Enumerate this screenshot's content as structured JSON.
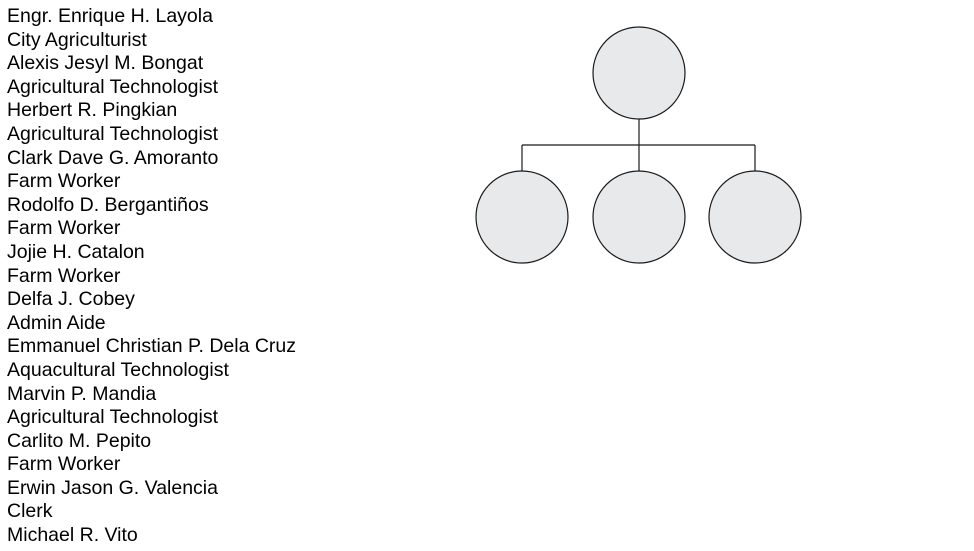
{
  "staff_lines": [
    "Engr. Enrique H. Layola",
    "City Agriculturist",
    "Alexis Jesyl M. Bongat",
    "Agricultural Technologist",
    "Herbert R. Pingkian",
    "Agricultural Technologist",
    "Clark Dave G. Amoranto",
    "Farm Worker",
    "Rodolfo D. Bergantiños",
    "Farm Worker",
    "Jojie H. Catalon",
    "Farm Worker",
    "Delfa J. Cobey",
    "Admin Aide",
    "Emmanuel Christian P. Dela Cruz",
    "Aquacultural Technologist",
    "Marvin P. Mandia",
    "Agricultural Technologist",
    "Carlito M. Pepito",
    "Farm Worker",
    "Erwin Jason G. Valencia",
    "Clerk",
    "Michael R. Vito"
  ],
  "org_chart": {
    "root": {
      "label": ""
    },
    "children": [
      {
        "label": ""
      },
      {
        "label": ""
      },
      {
        "label": ""
      }
    ]
  },
  "colors": {
    "node_fill": "#e8e9ea",
    "node_stroke": "#1a1a1a",
    "connector": "#1a1a1a",
    "text": "#000000"
  }
}
